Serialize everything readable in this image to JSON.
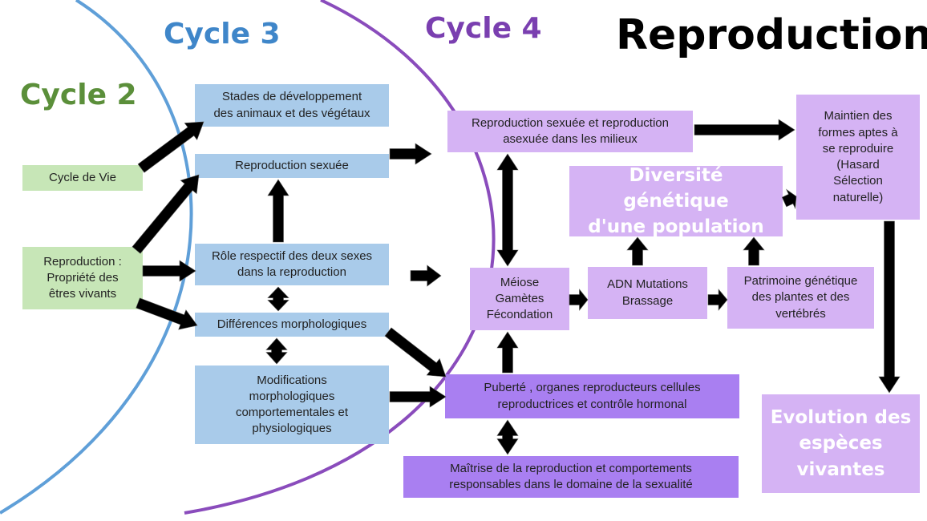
{
  "title": "Reproduction",
  "cycles": {
    "c2": {
      "label": "Cycle 2",
      "color": "#5b8f3a"
    },
    "c3": {
      "label": "Cycle 3",
      "color": "#3f86c9"
    },
    "c4": {
      "label": "Cycle 4",
      "color": "#7a3fb0"
    }
  },
  "nodes": {
    "cycle_de_vie": "Cycle de Vie",
    "reproduction_propriete": "Reproduction :\nPropriété des\nêtres vivants",
    "stades": "Stades de développement\ndes animaux et des végétaux",
    "repro_sexuee": "Reproduction sexuée",
    "role_sexes": "Rôle respectif des deux sexes\ndans la reproduction",
    "differences": "Différences  morphologiques",
    "modifications": "Modifications\nmorphologiques\ncomportementales et\nphysiologiques",
    "repro_milieux": "Reproduction sexuée et reproduction\nasexuée dans les milieux",
    "meiose": "Méiose\nGamètes\nFécondation",
    "adn": "ADN Mutations\nBrassage",
    "patrimoine": "Patrimoine génétique\ndes plantes et des\nvertébrés",
    "diversite": "Diversité génétique\nd'une population",
    "maintien": "Maintien des\nformes aptes à\nse reproduire\n(Hasard\nSélection\nnaturelle)",
    "evolution": "Evolution des\nespèces\nvivantes",
    "puberte": "Puberté , organes reproducteurs cellules\nreproductrices et contrôle hormonal",
    "maitrise": "Maîtrise de la reproduction et comportements\nresponsables dans le domaine de la sexualité"
  },
  "colors": {
    "green": "#c7e6b7",
    "blue": "#a9cbea",
    "lilac": "#d5b3f4",
    "violet": "#a97ff1",
    "arrow": "#000000"
  }
}
